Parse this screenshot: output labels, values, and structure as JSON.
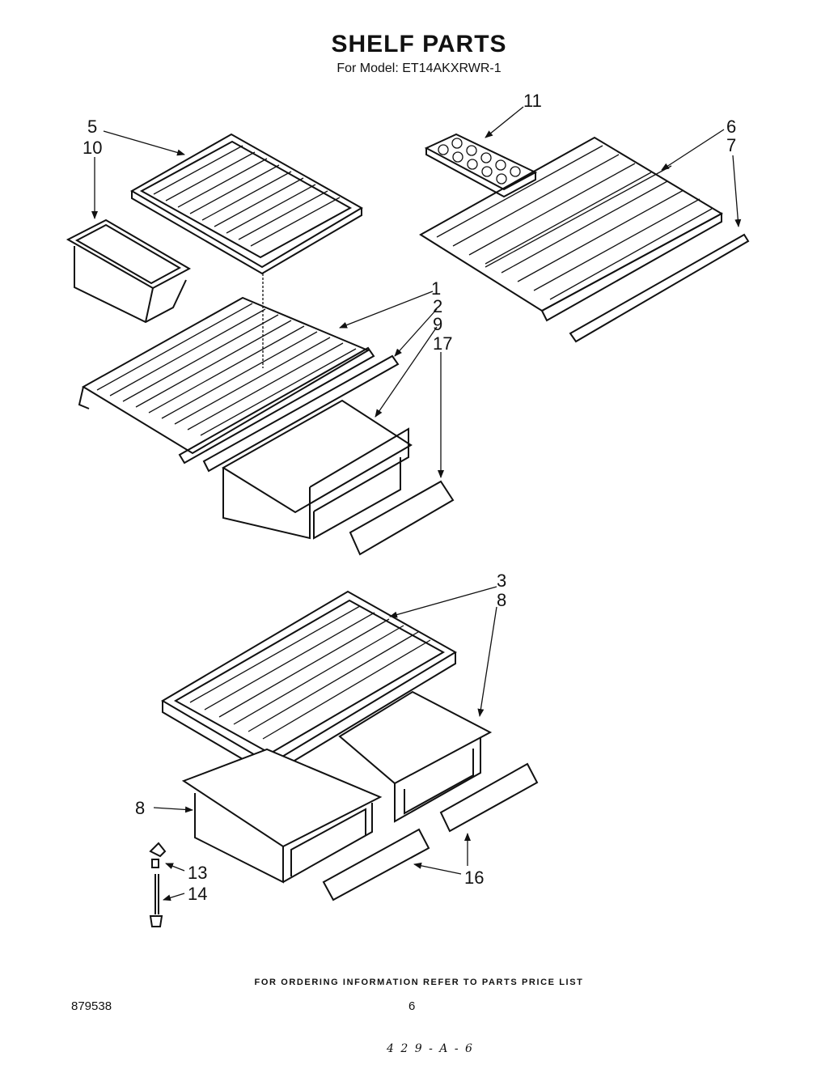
{
  "header": {
    "title": "SHELF PARTS",
    "subtitle": "For Model: ET14AKXRWR-1"
  },
  "callouts": {
    "c5": "5",
    "c10": "10",
    "c11": "11",
    "c6": "6",
    "c7": "7",
    "c1": "1",
    "c2": "2",
    "c9": "9",
    "c17": "17",
    "c3": "3",
    "c8a": "8",
    "c8b": "8",
    "c13": "13",
    "c14": "14",
    "c16": "16"
  },
  "footer": {
    "note": "FOR ORDERING INFORMATION REFER TO PARTS PRICE LIST",
    "doc_number": "879538",
    "page_number": "6",
    "handwritten": "4 2 9 - A - 6"
  },
  "icons": {
    "drawing": "exploded-parts-diagram"
  }
}
